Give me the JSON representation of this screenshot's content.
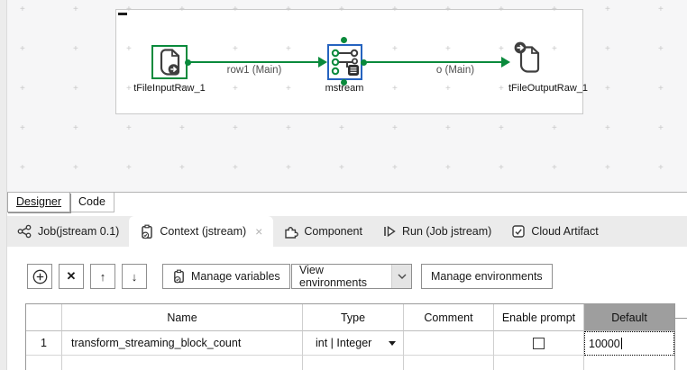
{
  "canvas": {
    "subjob_collapse": "-",
    "components": [
      {
        "label": "tFileInputRaw_1",
        "icon": "file-input-raw-icon"
      },
      {
        "label": "mstream",
        "icon": "map-stream-icon"
      },
      {
        "label": "tFileOutputRaw_1",
        "icon": "file-output-raw-icon"
      }
    ],
    "connections": [
      {
        "label": "row1 (Main)"
      },
      {
        "label": "o (Main)"
      }
    ]
  },
  "editor_tabs": [
    {
      "label": "Designer",
      "selected": true
    },
    {
      "label": "Code",
      "selected": false
    }
  ],
  "view_tabs": [
    {
      "label": "Job(jstream 0.1)",
      "icon": "job-nodes-icon",
      "active": false
    },
    {
      "label": "Context (jstream)",
      "icon": "clipboard-check-icon",
      "active": true,
      "close_glyph": "×"
    },
    {
      "label": "Component",
      "icon": "puzzle-icon",
      "active": false
    },
    {
      "label": "Run (Job jstream)",
      "icon": "run-play-icon",
      "active": false
    },
    {
      "label": "Cloud Artifact",
      "icon": "cloud-artifact-icon",
      "active": false
    }
  ],
  "toolbar": {
    "add_icon": "circle-plus-icon",
    "delete_glyph": "✕",
    "up_glyph": "↑",
    "down_glyph": "↓",
    "manage_variables_label": "Manage variables",
    "view_environments_label": "View environments",
    "manage_environments_label": "Manage environments"
  },
  "table": {
    "columns": [
      "",
      "Name",
      "Type",
      "Comment",
      "Enable prompt",
      "Default"
    ],
    "selected_column": "Default",
    "rows": [
      {
        "num": "1",
        "name": "transform_streaming_block_count",
        "type": "int | Integer",
        "comment": "",
        "enable_prompt": false,
        "default": "10000",
        "editing_cell": "default"
      }
    ]
  },
  "colors": {
    "talend_green": "#0a8a3c",
    "mstream_blue": "#2563bf",
    "selected_header_gray": "#9e9e9e",
    "strip_gray": "#ebebeb"
  }
}
